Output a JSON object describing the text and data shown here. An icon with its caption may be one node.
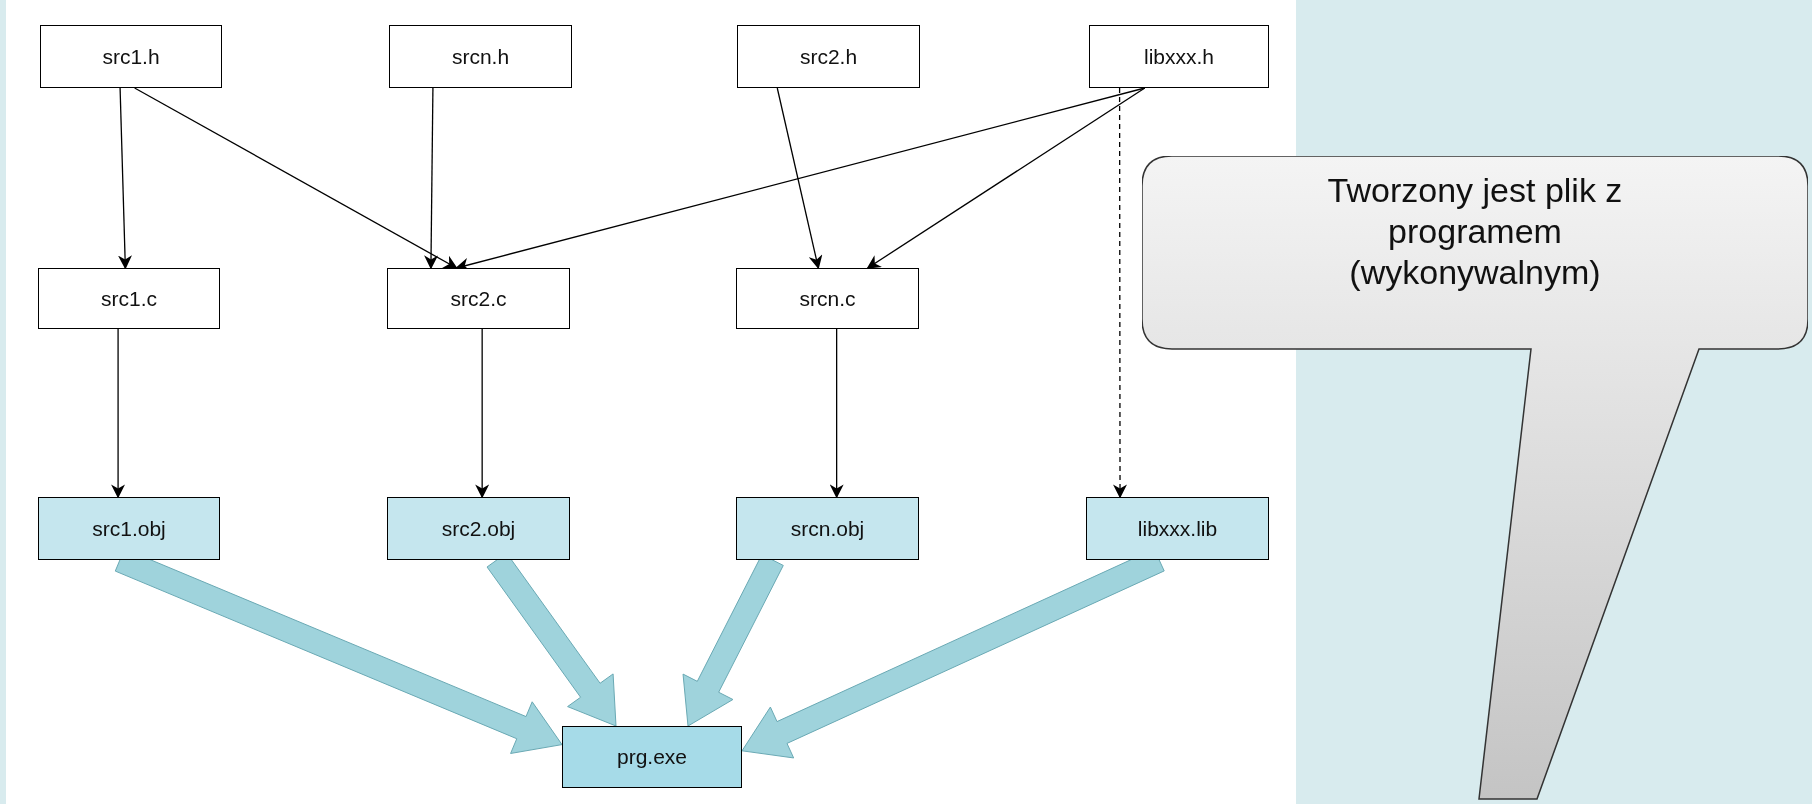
{
  "diagram": {
    "nodes": [
      {
        "text": [
          "src1.h"
        ]
      },
      {
        "text": [
          "srcn.h"
        ]
      },
      {
        "text": [
          "src2.h"
        ]
      },
      {
        "text": [
          "libxxx.h"
        ]
      },
      {
        "text": [
          "src1.c"
        ]
      },
      {
        "text": [
          "src2.c"
        ]
      },
      {
        "text": [
          "srcn.c"
        ]
      },
      {
        "text": [
          "src1.obj"
        ]
      },
      {
        "text": [
          "src2.obj"
        ]
      },
      {
        "text": [
          "srcn.obj"
        ]
      },
      {
        "text": [
          "libxxx.lib"
        ]
      },
      {
        "text": [
          "prg.exe"
        ]
      },
      {
        "text": [
          "Tworzony jest plik z programem (wykonywalnym)"
        ]
      }
    ],
    "edges": [
      {
        "from": 0,
        "to": 4,
        "arrow": "to"
      },
      {
        "from": 0,
        "to": 5,
        "arrow": "to"
      },
      {
        "from": 1,
        "to": 5,
        "arrow": "to"
      },
      {
        "from": 3,
        "to": 5,
        "arrow": "to"
      },
      {
        "from": 2,
        "to": 6,
        "arrow": "to"
      },
      {
        "from": 3,
        "to": 6,
        "arrow": "to"
      },
      {
        "from": 3,
        "to": 10,
        "arrow": "to",
        "style": "dashed"
      },
      {
        "from": 4,
        "to": 7,
        "arrow": "to"
      },
      {
        "from": 5,
        "to": 8,
        "arrow": "to"
      },
      {
        "from": 6,
        "to": 9,
        "arrow": "to"
      },
      {
        "from": 7,
        "to": 11,
        "arrow": "to",
        "style": "thick",
        "color": "#9fd3dc"
      },
      {
        "from": 8,
        "to": 11,
        "arrow": "to",
        "style": "thick",
        "color": "#9fd3dc"
      },
      {
        "from": 9,
        "to": 11,
        "arrow": "to",
        "style": "thick",
        "color": "#9fd3dc"
      },
      {
        "from": 10,
        "to": 11,
        "arrow": "to",
        "style": "thick",
        "color": "#9fd3dc"
      }
    ]
  }
}
